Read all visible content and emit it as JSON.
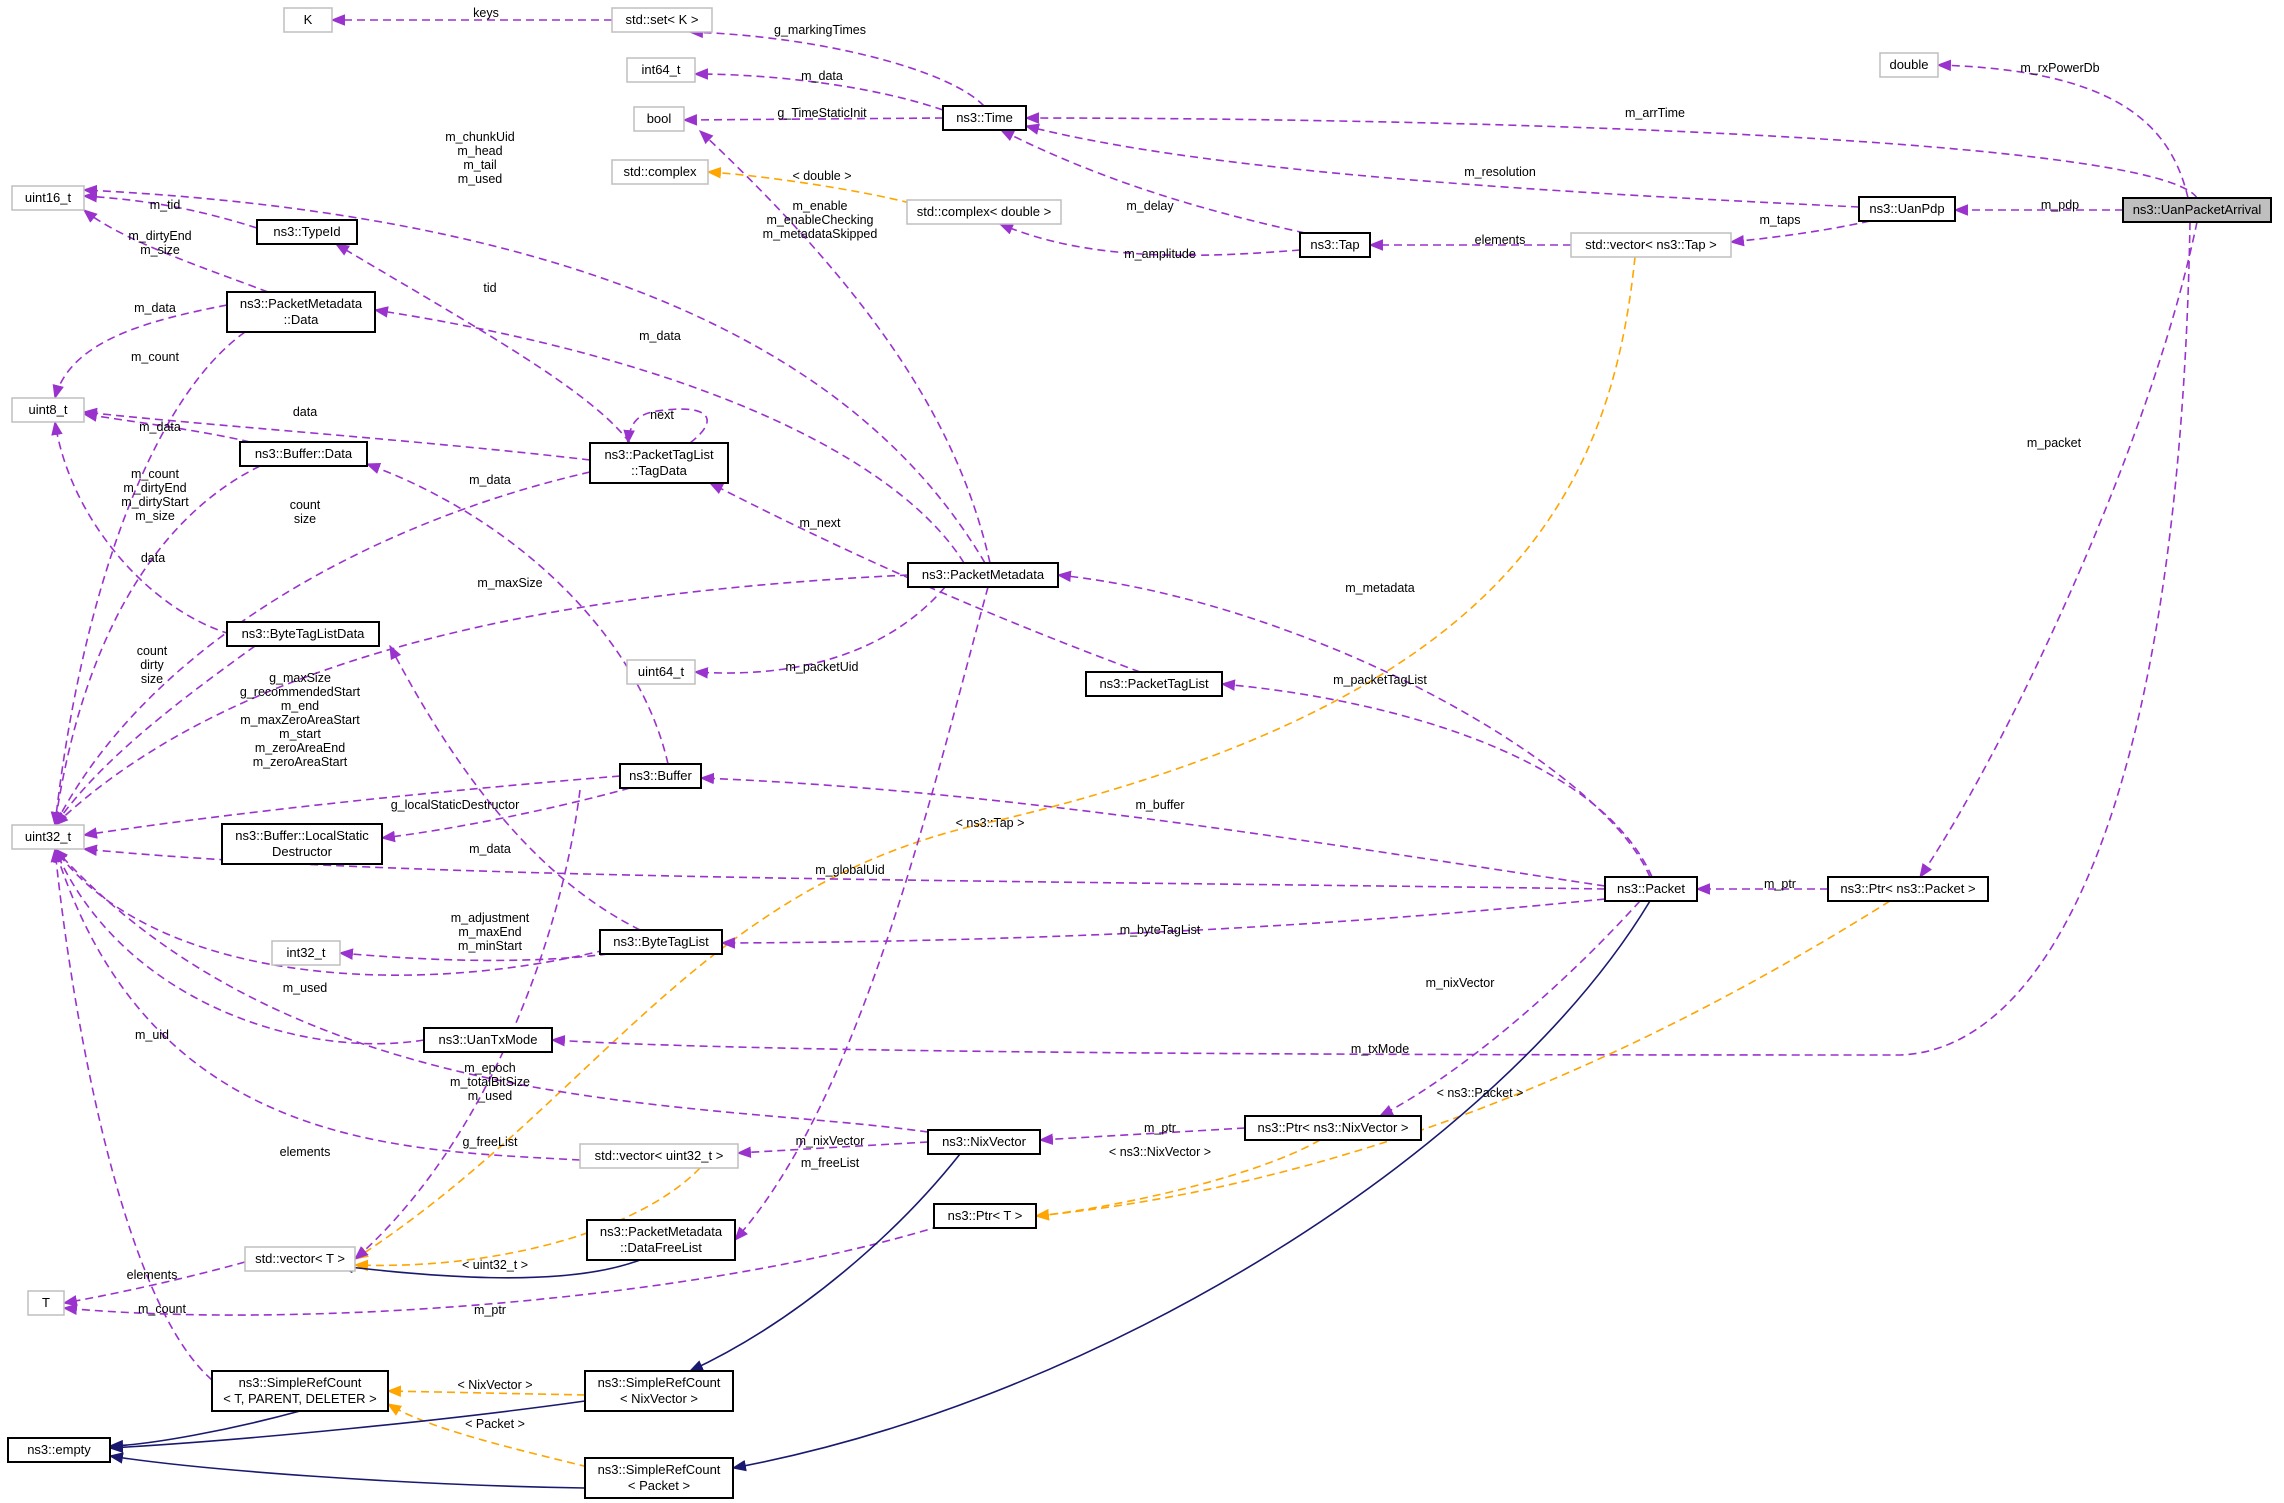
{
  "nodes": [
    {
      "id": "K",
      "lines": [
        "K"
      ],
      "style": "ext"
    },
    {
      "id": "set_K",
      "lines": [
        "std::set< K >"
      ],
      "style": "ext"
    },
    {
      "id": "int64_top",
      "lines": [
        "int64_t"
      ],
      "style": "ext"
    },
    {
      "id": "bool",
      "lines": [
        "bool"
      ],
      "style": "ext"
    },
    {
      "id": "time",
      "lines": [
        "ns3::Time"
      ],
      "style": "normal"
    },
    {
      "id": "double",
      "lines": [
        "double"
      ],
      "style": "ext"
    },
    {
      "id": "uan_packet_arrival",
      "lines": [
        "ns3::UanPacketArrival"
      ],
      "style": "focus"
    },
    {
      "id": "std_complex",
      "lines": [
        "std::complex"
      ],
      "style": "ext"
    },
    {
      "id": "complex_double",
      "lines": [
        "std::complex< double >"
      ],
      "style": "ext"
    },
    {
      "id": "uint16",
      "lines": [
        "uint16_t"
      ],
      "style": "ext"
    },
    {
      "id": "typeid",
      "lines": [
        "ns3::TypeId"
      ],
      "style": "normal"
    },
    {
      "id": "tap",
      "lines": [
        "ns3::Tap"
      ],
      "style": "normal"
    },
    {
      "id": "vector_tap",
      "lines": [
        "std::vector< ns3::Tap >"
      ],
      "style": "ext"
    },
    {
      "id": "uan_pdp",
      "lines": [
        "ns3::UanPdp"
      ],
      "style": "normal"
    },
    {
      "id": "pm_data",
      "lines": [
        "ns3::PacketMetadata",
        "::Data"
      ],
      "style": "normal"
    },
    {
      "id": "uint8",
      "lines": [
        "uint8_t"
      ],
      "style": "ext"
    },
    {
      "id": "buffer_data",
      "lines": [
        "ns3::Buffer::Data"
      ],
      "style": "normal"
    },
    {
      "id": "ptl_tagdata",
      "lines": [
        "ns3::PacketTagList",
        "::TagData"
      ],
      "style": "normal"
    },
    {
      "id": "packet_metadata",
      "lines": [
        "ns3::PacketMetadata"
      ],
      "style": "normal"
    },
    {
      "id": "btl_data",
      "lines": [
        "ns3::ByteTagListData"
      ],
      "style": "normal"
    },
    {
      "id": "int64_mid",
      "lines": [
        "uint64_t"
      ],
      "style": "ext"
    },
    {
      "id": "packet_tag_list",
      "lines": [
        "ns3::PacketTagList"
      ],
      "style": "normal"
    },
    {
      "id": "buffer",
      "lines": [
        "ns3::Buffer"
      ],
      "style": "normal"
    },
    {
      "id": "uint32",
      "lines": [
        "uint32_t"
      ],
      "style": "ext"
    },
    {
      "id": "buffer_lsd",
      "lines": [
        "ns3::Buffer::LocalStatic",
        "Destructor"
      ],
      "style": "normal"
    },
    {
      "id": "packet",
      "lines": [
        "ns3::Packet"
      ],
      "style": "normal"
    },
    {
      "id": "ptr_packet",
      "lines": [
        "ns3::Ptr< ns3::Packet >"
      ],
      "style": "normal"
    },
    {
      "id": "int32",
      "lines": [
        "int32_t"
      ],
      "style": "ext"
    },
    {
      "id": "byte_tag_list",
      "lines": [
        "ns3::ByteTagList"
      ],
      "style": "normal"
    },
    {
      "id": "uan_tx_mode",
      "lines": [
        "ns3::UanTxMode"
      ],
      "style": "normal"
    },
    {
      "id": "ptr_nixvector",
      "lines": [
        "ns3::Ptr< ns3::NixVector >"
      ],
      "style": "normal"
    },
    {
      "id": "nixvector",
      "lines": [
        "ns3::NixVector"
      ],
      "style": "normal"
    },
    {
      "id": "vector_uint32",
      "lines": [
        "std::vector< uint32_t >"
      ],
      "style": "ext"
    },
    {
      "id": "pm_datafreelist",
      "lines": [
        "ns3::PacketMetadata",
        "::DataFreeList"
      ],
      "style": "normal"
    },
    {
      "id": "ptr_T",
      "lines": [
        "ns3::Ptr< T >"
      ],
      "style": "normal"
    },
    {
      "id": "vector_T",
      "lines": [
        "std::vector< T >"
      ],
      "style": "ext"
    },
    {
      "id": "T",
      "lines": [
        "T"
      ],
      "style": "ext"
    },
    {
      "id": "src_tpd",
      "lines": [
        "ns3::SimpleRefCount",
        "< T, PARENT, DELETER >"
      ],
      "style": "normal"
    },
    {
      "id": "src_nix",
      "lines": [
        "ns3::SimpleRefCount",
        "< NixVector >"
      ],
      "style": "normal"
    },
    {
      "id": "empty",
      "lines": [
        "ns3::empty"
      ],
      "style": "normal"
    },
    {
      "id": "src_packet",
      "lines": [
        "ns3::SimpleRefCount",
        "< Packet >"
      ],
      "style": "normal"
    }
  ],
  "edges": [
    {
      "id": "e1",
      "kind": "member",
      "label": [
        "keys"
      ]
    },
    {
      "id": "e2",
      "kind": "member",
      "label": [
        "g_markingTimes"
      ]
    },
    {
      "id": "e3",
      "kind": "member",
      "label": [
        "m_data"
      ]
    },
    {
      "id": "e4",
      "kind": "member",
      "label": [
        "g_TimeStaticInit"
      ]
    },
    {
      "id": "e5",
      "kind": "member",
      "label": [
        "m_arrTime"
      ]
    },
    {
      "id": "e6",
      "kind": "member",
      "label": [
        "m_rxPowerDb"
      ]
    },
    {
      "id": "e7",
      "kind": "member",
      "label": [
        "m_resolution"
      ]
    },
    {
      "id": "e8",
      "kind": "member",
      "label": [
        "m_pdp"
      ]
    },
    {
      "id": "e9",
      "kind": "member",
      "label": [
        "m_delay"
      ]
    },
    {
      "id": "e10",
      "kind": "template",
      "label": [
        "< double >"
      ]
    },
    {
      "id": "e11",
      "kind": "member",
      "label": [
        "m_amplitude"
      ]
    },
    {
      "id": "e12",
      "kind": "member",
      "label": [
        "elements"
      ]
    },
    {
      "id": "e13",
      "kind": "member",
      "label": [
        "m_taps"
      ]
    },
    {
      "id": "e14",
      "kind": "member",
      "label": [
        "m_chunkUid",
        "m_head",
        "m_tail",
        "m_used"
      ]
    },
    {
      "id": "e15",
      "kind": "member",
      "label": [
        "m_tid"
      ]
    },
    {
      "id": "e16",
      "kind": "member",
      "label": [
        "m_dirtyEnd",
        "m_size"
      ]
    },
    {
      "id": "e17",
      "kind": "member",
      "label": [
        "tid"
      ]
    },
    {
      "id": "e18",
      "kind": "member",
      "label": [
        "m_enable",
        "m_enableChecking",
        "m_metadataSkipped"
      ]
    },
    {
      "id": "e19",
      "kind": "member",
      "label": [
        "m_data"
      ]
    },
    {
      "id": "e20",
      "kind": "member",
      "label": [
        "m_data"
      ]
    },
    {
      "id": "e21",
      "kind": "member",
      "label": [
        "m_count"
      ]
    },
    {
      "id": "e22",
      "kind": "member",
      "label": [
        "data"
      ]
    },
    {
      "id": "e23",
      "kind": "member",
      "label": [
        "next"
      ]
    },
    {
      "id": "e24",
      "kind": "member",
      "label": [
        "m_data"
      ]
    },
    {
      "id": "e25",
      "kind": "member",
      "label": [
        "m_count",
        "m_dirtyEnd",
        "m_dirtyStart",
        "m_size"
      ]
    },
    {
      "id": "e26",
      "kind": "member",
      "label": [
        "m_data"
      ]
    },
    {
      "id": "e27",
      "kind": "member",
      "label": [
        "count",
        "size"
      ]
    },
    {
      "id": "e28",
      "kind": "member",
      "label": [
        "m_next"
      ]
    },
    {
      "id": "e29",
      "kind": "member",
      "label": [
        "data"
      ]
    },
    {
      "id": "e30",
      "kind": "member",
      "label": [
        "m_maxSize"
      ]
    },
    {
      "id": "e31",
      "kind": "member",
      "label": [
        "m_metadata"
      ]
    },
    {
      "id": "e32",
      "kind": "member",
      "label": [
        "m_packet"
      ]
    },
    {
      "id": "e33",
      "kind": "template",
      "label": [
        "< ns3::Tap >"
      ]
    },
    {
      "id": "e34",
      "kind": "member",
      "label": [
        "count",
        "dirty",
        "size"
      ]
    },
    {
      "id": "e35",
      "kind": "member",
      "label": [
        "m_packetUid"
      ]
    },
    {
      "id": "e36",
      "kind": "member",
      "label": [
        "m_packetTagList"
      ]
    },
    {
      "id": "e37",
      "kind": "member",
      "label": [
        "g_maxSize",
        "g_recommendedStart",
        "m_end",
        "m_maxZeroAreaStart",
        "m_start",
        "m_zeroAreaEnd",
        "m_zeroAreaStart"
      ]
    },
    {
      "id": "e38",
      "kind": "member",
      "label": [
        "g_localStaticDestructor"
      ]
    },
    {
      "id": "e39",
      "kind": "member",
      "label": [
        "m_buffer"
      ]
    },
    {
      "id": "e40",
      "kind": "member",
      "label": [
        "m_data"
      ]
    },
    {
      "id": "e41",
      "kind": "member",
      "label": [
        "m_globalUid"
      ]
    },
    {
      "id": "e42",
      "kind": "member",
      "label": [
        "m_ptr"
      ]
    },
    {
      "id": "e43",
      "kind": "member",
      "label": [
        "m_adjustment",
        "m_maxEnd",
        "m_minStart"
      ]
    },
    {
      "id": "e44",
      "kind": "member",
      "label": [
        "m_byteTagList"
      ]
    },
    {
      "id": "e45",
      "kind": "member",
      "label": [
        "m_used"
      ]
    },
    {
      "id": "e46",
      "kind": "member",
      "label": [
        "m_nixVector"
      ]
    },
    {
      "id": "e47",
      "kind": "member",
      "label": [
        "m_uid"
      ]
    },
    {
      "id": "e48",
      "kind": "member",
      "label": [
        "m_txMode"
      ]
    },
    {
      "id": "e49",
      "kind": "member",
      "label": [
        "m_epoch",
        "m_totalBitSize",
        "m_used"
      ]
    },
    {
      "id": "e50",
      "kind": "template",
      "label": [
        "< ns3::Packet >"
      ]
    },
    {
      "id": "e51",
      "kind": "member",
      "label": [
        "g_freeList"
      ]
    },
    {
      "id": "e52",
      "kind": "member",
      "label": [
        "elements"
      ]
    },
    {
      "id": "e53",
      "kind": "member",
      "label": [
        "m_nixVector"
      ]
    },
    {
      "id": "e54",
      "kind": "member",
      "label": [
        "m_ptr"
      ]
    },
    {
      "id": "e55",
      "kind": "member",
      "label": [
        "m_freeList"
      ]
    },
    {
      "id": "e56",
      "kind": "template",
      "label": [
        "< ns3::NixVector >"
      ]
    },
    {
      "id": "e57",
      "kind": "template",
      "label": [
        "< uint32_t >"
      ]
    },
    {
      "id": "e58",
      "kind": "member",
      "label": [
        "elements"
      ]
    },
    {
      "id": "e59",
      "kind": "member",
      "label": [
        "m_ptr"
      ]
    },
    {
      "id": "e60",
      "kind": "member",
      "label": [
        "m_count"
      ]
    },
    {
      "id": "e61",
      "kind": "template",
      "label": [
        "< NixVector >"
      ]
    },
    {
      "id": "e62",
      "kind": "template",
      "label": [
        "< Packet >"
      ]
    },
    {
      "id": "e63",
      "kind": "inherit",
      "label": []
    },
    {
      "id": "e64",
      "kind": "inherit",
      "label": []
    },
    {
      "id": "e65",
      "kind": "inherit",
      "label": []
    },
    {
      "id": "e66",
      "kind": "inherit",
      "label": []
    },
    {
      "id": "e67",
      "kind": "inherit",
      "label": []
    },
    {
      "id": "e68",
      "kind": "inherit",
      "label": []
    }
  ]
}
